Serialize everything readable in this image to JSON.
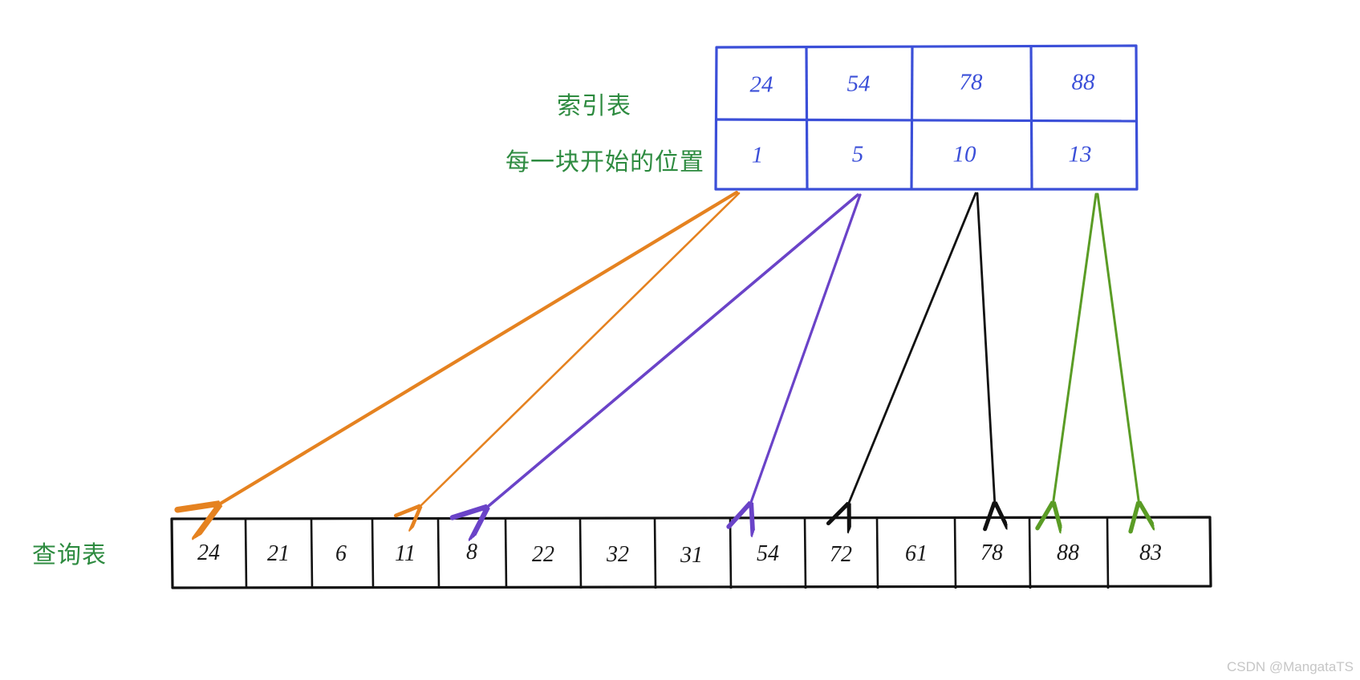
{
  "diagram": {
    "title_labels": {
      "index_table": "索引表",
      "block_start": "每一块开始的位置",
      "query_table": "查询表"
    },
    "colors": {
      "index_table_border": "#3b4fd8",
      "index_table_text": "#3b4fd8",
      "query_table_border": "#111111",
      "query_table_text": "#1a1a1a",
      "label_green": "#2e8b40",
      "arrow_orange": "#e58220",
      "arrow_purple": "#6a43c8",
      "arrow_black": "#111111",
      "arrow_green": "#5a9c25",
      "watermark": "#c6c6c6",
      "background": "#ffffff"
    },
    "index_table": {
      "row_labels": [
        "索引表",
        "每一块开始的位置"
      ],
      "rows": [
        {
          "name": "max_value",
          "values": [
            "24",
            "54",
            "78",
            "88"
          ]
        },
        {
          "name": "start_position",
          "values": [
            "1",
            "5",
            "10",
            "13"
          ]
        }
      ]
    },
    "query_table": {
      "values": [
        "24",
        "21",
        "6",
        "11",
        "8",
        "22",
        "32",
        "31",
        "54",
        "72",
        "61",
        "78",
        "88",
        "83"
      ]
    },
    "arrows": [
      {
        "name": "block-1-start",
        "color": "#e58220",
        "from_index_cell": 0,
        "to_query_cell": 0
      },
      {
        "name": "block-1-end",
        "color": "#e58220",
        "from_index_cell": 0,
        "to_query_cell": 3
      },
      {
        "name": "block-2-start",
        "color": "#6a43c8",
        "from_index_cell": 1,
        "to_query_cell": 4
      },
      {
        "name": "block-2-end",
        "color": "#6a43c8",
        "from_index_cell": 1,
        "to_query_cell": 8
      },
      {
        "name": "block-3-start",
        "color": "#111111",
        "from_index_cell": 2,
        "to_query_cell": 9
      },
      {
        "name": "block-3-end",
        "color": "#111111",
        "from_index_cell": 2,
        "to_query_cell": 11
      },
      {
        "name": "block-4-start",
        "color": "#5a9c25",
        "from_index_cell": 3,
        "to_query_cell": 12
      },
      {
        "name": "block-4-end",
        "color": "#5a9c25",
        "from_index_cell": 3,
        "to_query_cell": 13
      }
    ]
  },
  "watermark": "CSDN @MangataTS"
}
